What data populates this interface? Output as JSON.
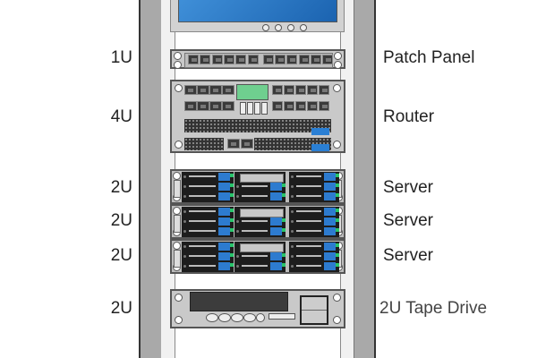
{
  "diagram": {
    "title": "Server Rack Layout",
    "colors": {
      "monitor_screen": "#2a74c4",
      "router_display": "#6fcf8f",
      "drive_tab": "#2d7bcf",
      "status_led": "#29c46a",
      "rack_post": "#a9a9a9"
    },
    "devices": [
      {
        "id": "monitor",
        "units": "",
        "label": ""
      },
      {
        "id": "patch-panel",
        "units": "1U",
        "label": "Patch Panel",
        "ports": 12
      },
      {
        "id": "router",
        "units": "4U",
        "label": "Router"
      },
      {
        "id": "server-1",
        "units": "2U",
        "label": "Server"
      },
      {
        "id": "server-2",
        "units": "2U",
        "label": "Server"
      },
      {
        "id": "server-3",
        "units": "2U",
        "label": "Server"
      },
      {
        "id": "tape-drive",
        "units": "2U",
        "label": "2U Tape Drive"
      }
    ]
  }
}
